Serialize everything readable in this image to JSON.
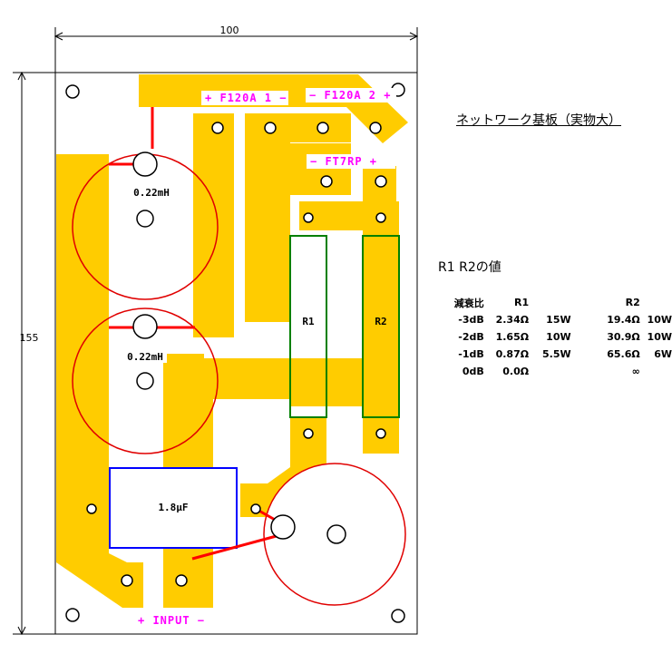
{
  "dimensions": {
    "width": "100",
    "height": "155"
  },
  "pcb_labels": {
    "f120a1": "+ F120A 1 −",
    "f120a2": "− F120A 2 +",
    "ft7rp": "−  FT7RP  +",
    "input": "+ INPUT −"
  },
  "components": {
    "inductor1": "0.22mH",
    "inductor2": "0.22mH",
    "capacitor": "1.8μF",
    "resistor1": "R1",
    "resistor2": "R2"
  },
  "title": "ネットワーク基板（実物大）",
  "values_title": "R1 R2の値",
  "table": {
    "headers": [
      "減衰比",
      "R1",
      "",
      "R2",
      ""
    ],
    "rows": [
      [
        "-3dB",
        "2.34Ω",
        "15W",
        "19.4Ω",
        "10W"
      ],
      [
        "-2dB",
        "1.65Ω",
        "10W",
        "30.9Ω",
        "10W"
      ],
      [
        "-1dB",
        "0.87Ω",
        "5.5W",
        "65.6Ω",
        "6W"
      ],
      [
        "0dB",
        "0.0Ω",
        "",
        "∞",
        ""
      ]
    ]
  },
  "colors": {
    "trace": "#ffcc00",
    "board_outline": "#000000",
    "inductor": "#e00000",
    "resistor": "#008000",
    "capacitor": "#0000ff",
    "wire": "#ff0000",
    "label": "#ff00ff"
  }
}
